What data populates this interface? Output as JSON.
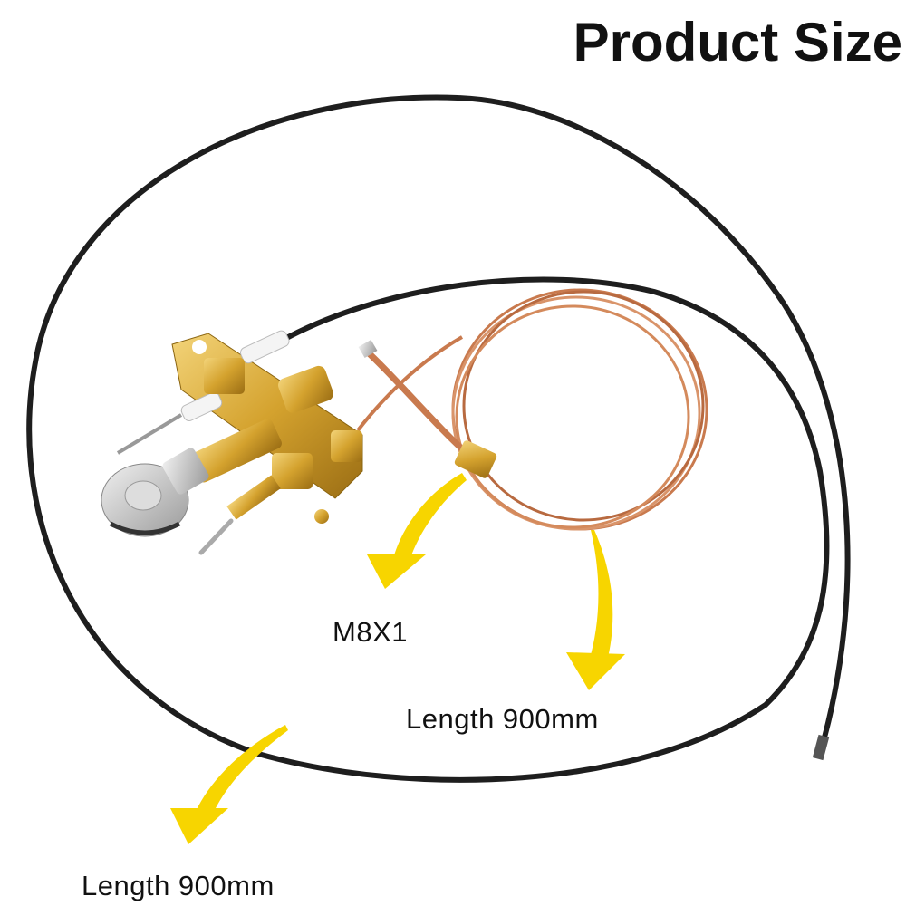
{
  "header": {
    "title": "Product Size"
  },
  "annotations": {
    "thread_size": "M8X1",
    "copper_tube_length": "Length 900mm",
    "cable_length": "Length 900mm"
  },
  "colors": {
    "arrow": "#f7d500",
    "copper": "#c97a4e",
    "cable": "#1e1e1e",
    "brass": "#d9a935"
  }
}
